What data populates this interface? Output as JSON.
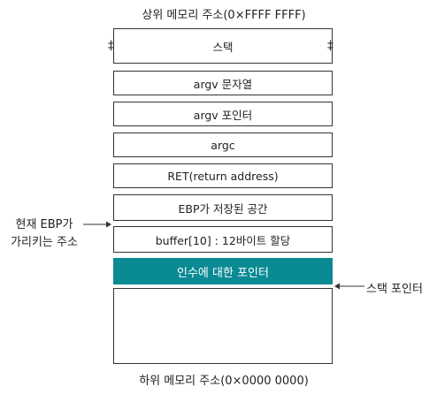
{
  "top_label": "상위 메모리 주소(0×FFFF FFFF)",
  "bottom_label": "하위 메모리 주소(0×0000 0000)",
  "blocks": {
    "stack": "스택",
    "argv_string": "argv 문자열",
    "argv_pointer": "argv 포인터",
    "argc": "argc",
    "ret": "RET(return address)",
    "ebp_saved": "EBP가 저장된 공간",
    "buffer": "buffer[10] : 12바이트 할당",
    "arg_pointer": "인수에 대한 포인터",
    "empty": ""
  },
  "annotations": {
    "current_ebp_line1": "현재 EBP가",
    "current_ebp_line2": "가리키는 주소",
    "stack_pointer": "스택 포인터"
  },
  "colors": {
    "highlight": "#0a8a93"
  }
}
